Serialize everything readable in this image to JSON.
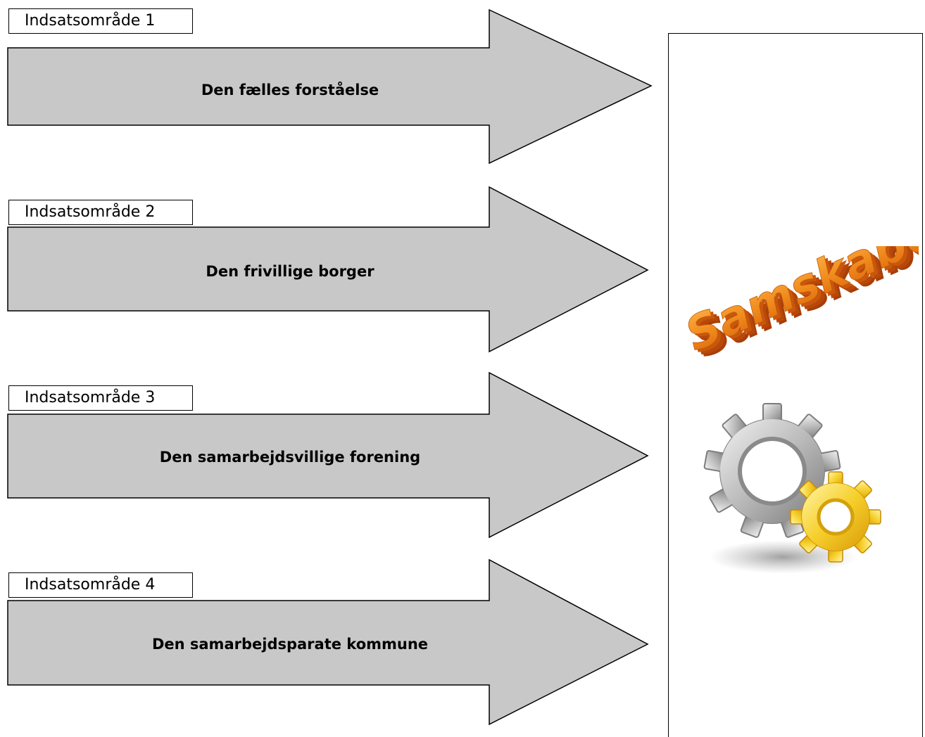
{
  "areas": [
    {
      "label": "Indsatsområde 1",
      "title": "Den fælles forståelse"
    },
    {
      "label": "Indsatsområde 2",
      "title": "Den frivillige borger"
    },
    {
      "label": "Indsatsområde 3",
      "title": "Den samarbejdsvillige forening"
    },
    {
      "label": "Indsatsområde 4",
      "title": "Den samarbejdsparate kommune"
    }
  ],
  "side_panel": {
    "wordart_text": "Samskabelse",
    "wordart_colors": {
      "front": "#f08a1c",
      "shadow": "#b8480a"
    },
    "icon": "gears-icon"
  },
  "colors": {
    "arrow_fill": "#c8c8c8",
    "arrow_stroke": "#000000",
    "gear_grey": "#a9a9a9",
    "gear_yellow": "#f2c21a"
  }
}
